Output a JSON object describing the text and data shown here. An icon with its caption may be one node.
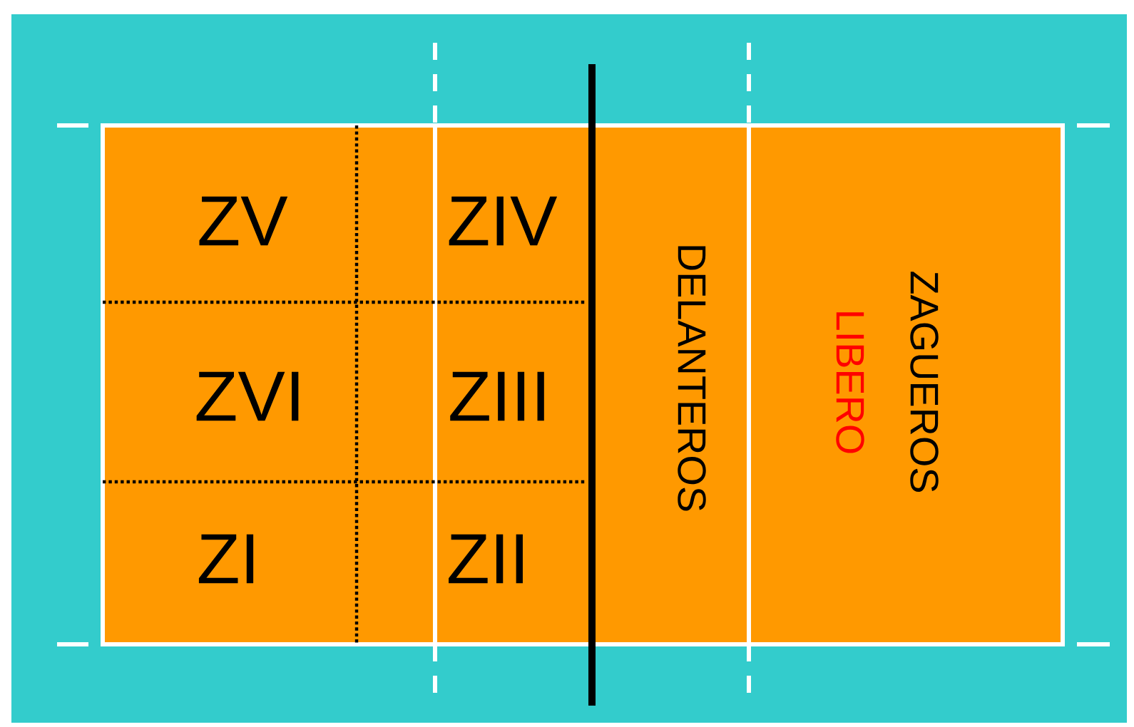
{
  "diagram": {
    "labels": [
      "ZV",
      "ZIV",
      "DELANTEROS",
      "ZAGUEROS",
      "LIBERO",
      "ZVI",
      "ZIII",
      "ZI",
      "ZII"
    ]
  }
}
